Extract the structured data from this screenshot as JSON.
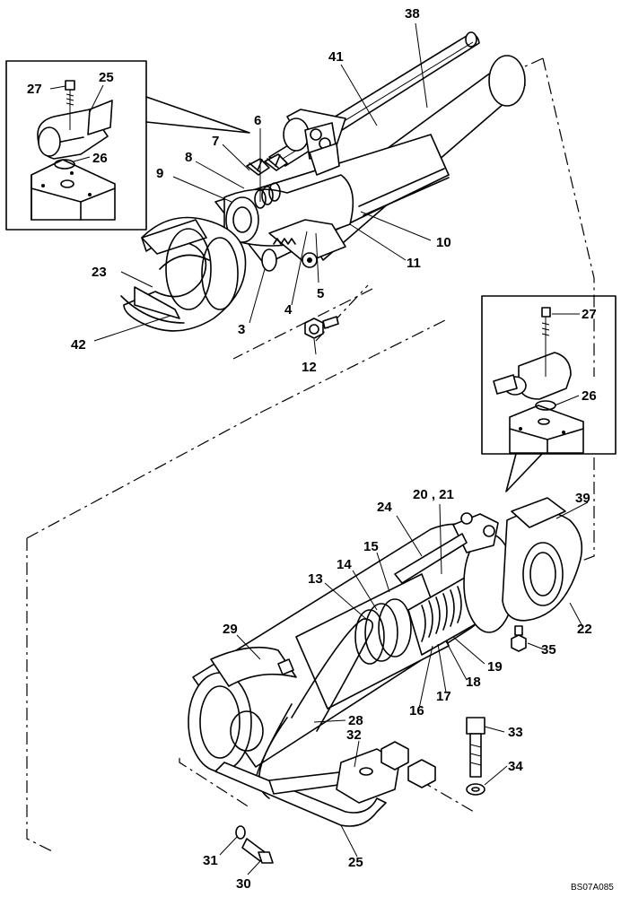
{
  "drawing_code": "BS07A085",
  "callouts": [
    {
      "id": "c38",
      "text": "38"
    },
    {
      "id": "c41",
      "text": "41"
    },
    {
      "id": "c6",
      "text": "6"
    },
    {
      "id": "c7",
      "text": "7"
    },
    {
      "id": "c8",
      "text": "8"
    },
    {
      "id": "c9",
      "text": "9"
    },
    {
      "id": "c10",
      "text": "10"
    },
    {
      "id": "c11",
      "text": "11"
    },
    {
      "id": "c5",
      "text": "5"
    },
    {
      "id": "c4",
      "text": "4"
    },
    {
      "id": "c3",
      "text": "3"
    },
    {
      "id": "c23",
      "text": "23"
    },
    {
      "id": "c42",
      "text": "42"
    },
    {
      "id": "c12",
      "text": "12"
    },
    {
      "id": "c27a",
      "text": "27"
    },
    {
      "id": "c25a",
      "text": "25"
    },
    {
      "id": "c26a",
      "text": "26"
    },
    {
      "id": "c27b",
      "text": "27"
    },
    {
      "id": "c26b",
      "text": "26"
    },
    {
      "id": "c39",
      "text": "39"
    },
    {
      "id": "c2021",
      "text": "20 , 21"
    },
    {
      "id": "c24",
      "text": "24"
    },
    {
      "id": "c15",
      "text": "15"
    },
    {
      "id": "c14",
      "text": "14"
    },
    {
      "id": "c13",
      "text": "13"
    },
    {
      "id": "c22",
      "text": "22"
    },
    {
      "id": "c35",
      "text": "35"
    },
    {
      "id": "c19",
      "text": "19"
    },
    {
      "id": "c18",
      "text": "18"
    },
    {
      "id": "c17",
      "text": "17"
    },
    {
      "id": "c16",
      "text": "16"
    },
    {
      "id": "c29",
      "text": "29"
    },
    {
      "id": "c28",
      "text": "28"
    },
    {
      "id": "c32",
      "text": "32"
    },
    {
      "id": "c33",
      "text": "33"
    },
    {
      "id": "c34",
      "text": "34"
    },
    {
      "id": "c31",
      "text": "31"
    },
    {
      "id": "c30",
      "text": "30"
    },
    {
      "id": "c25b",
      "text": "25"
    }
  ]
}
